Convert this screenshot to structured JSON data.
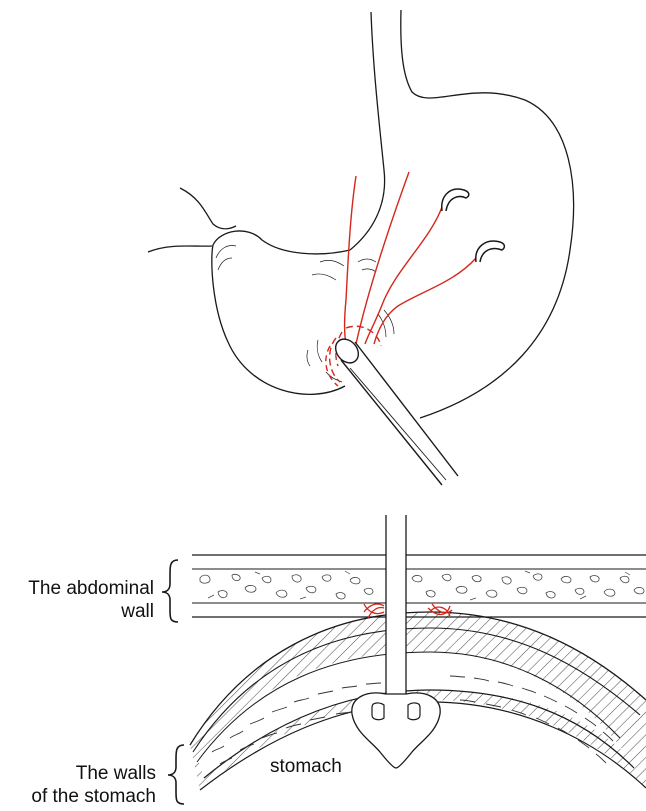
{
  "labels": {
    "abdominal_wall": [
      "The abdominal",
      "wall"
    ],
    "stomach_walls": [
      "The walls",
      "of the stomach"
    ],
    "stomach": "stomach"
  },
  "colors": {
    "line": "#1a1a1a",
    "suture": "#d4271c",
    "hatch": "#555555",
    "background": "#ffffff"
  }
}
